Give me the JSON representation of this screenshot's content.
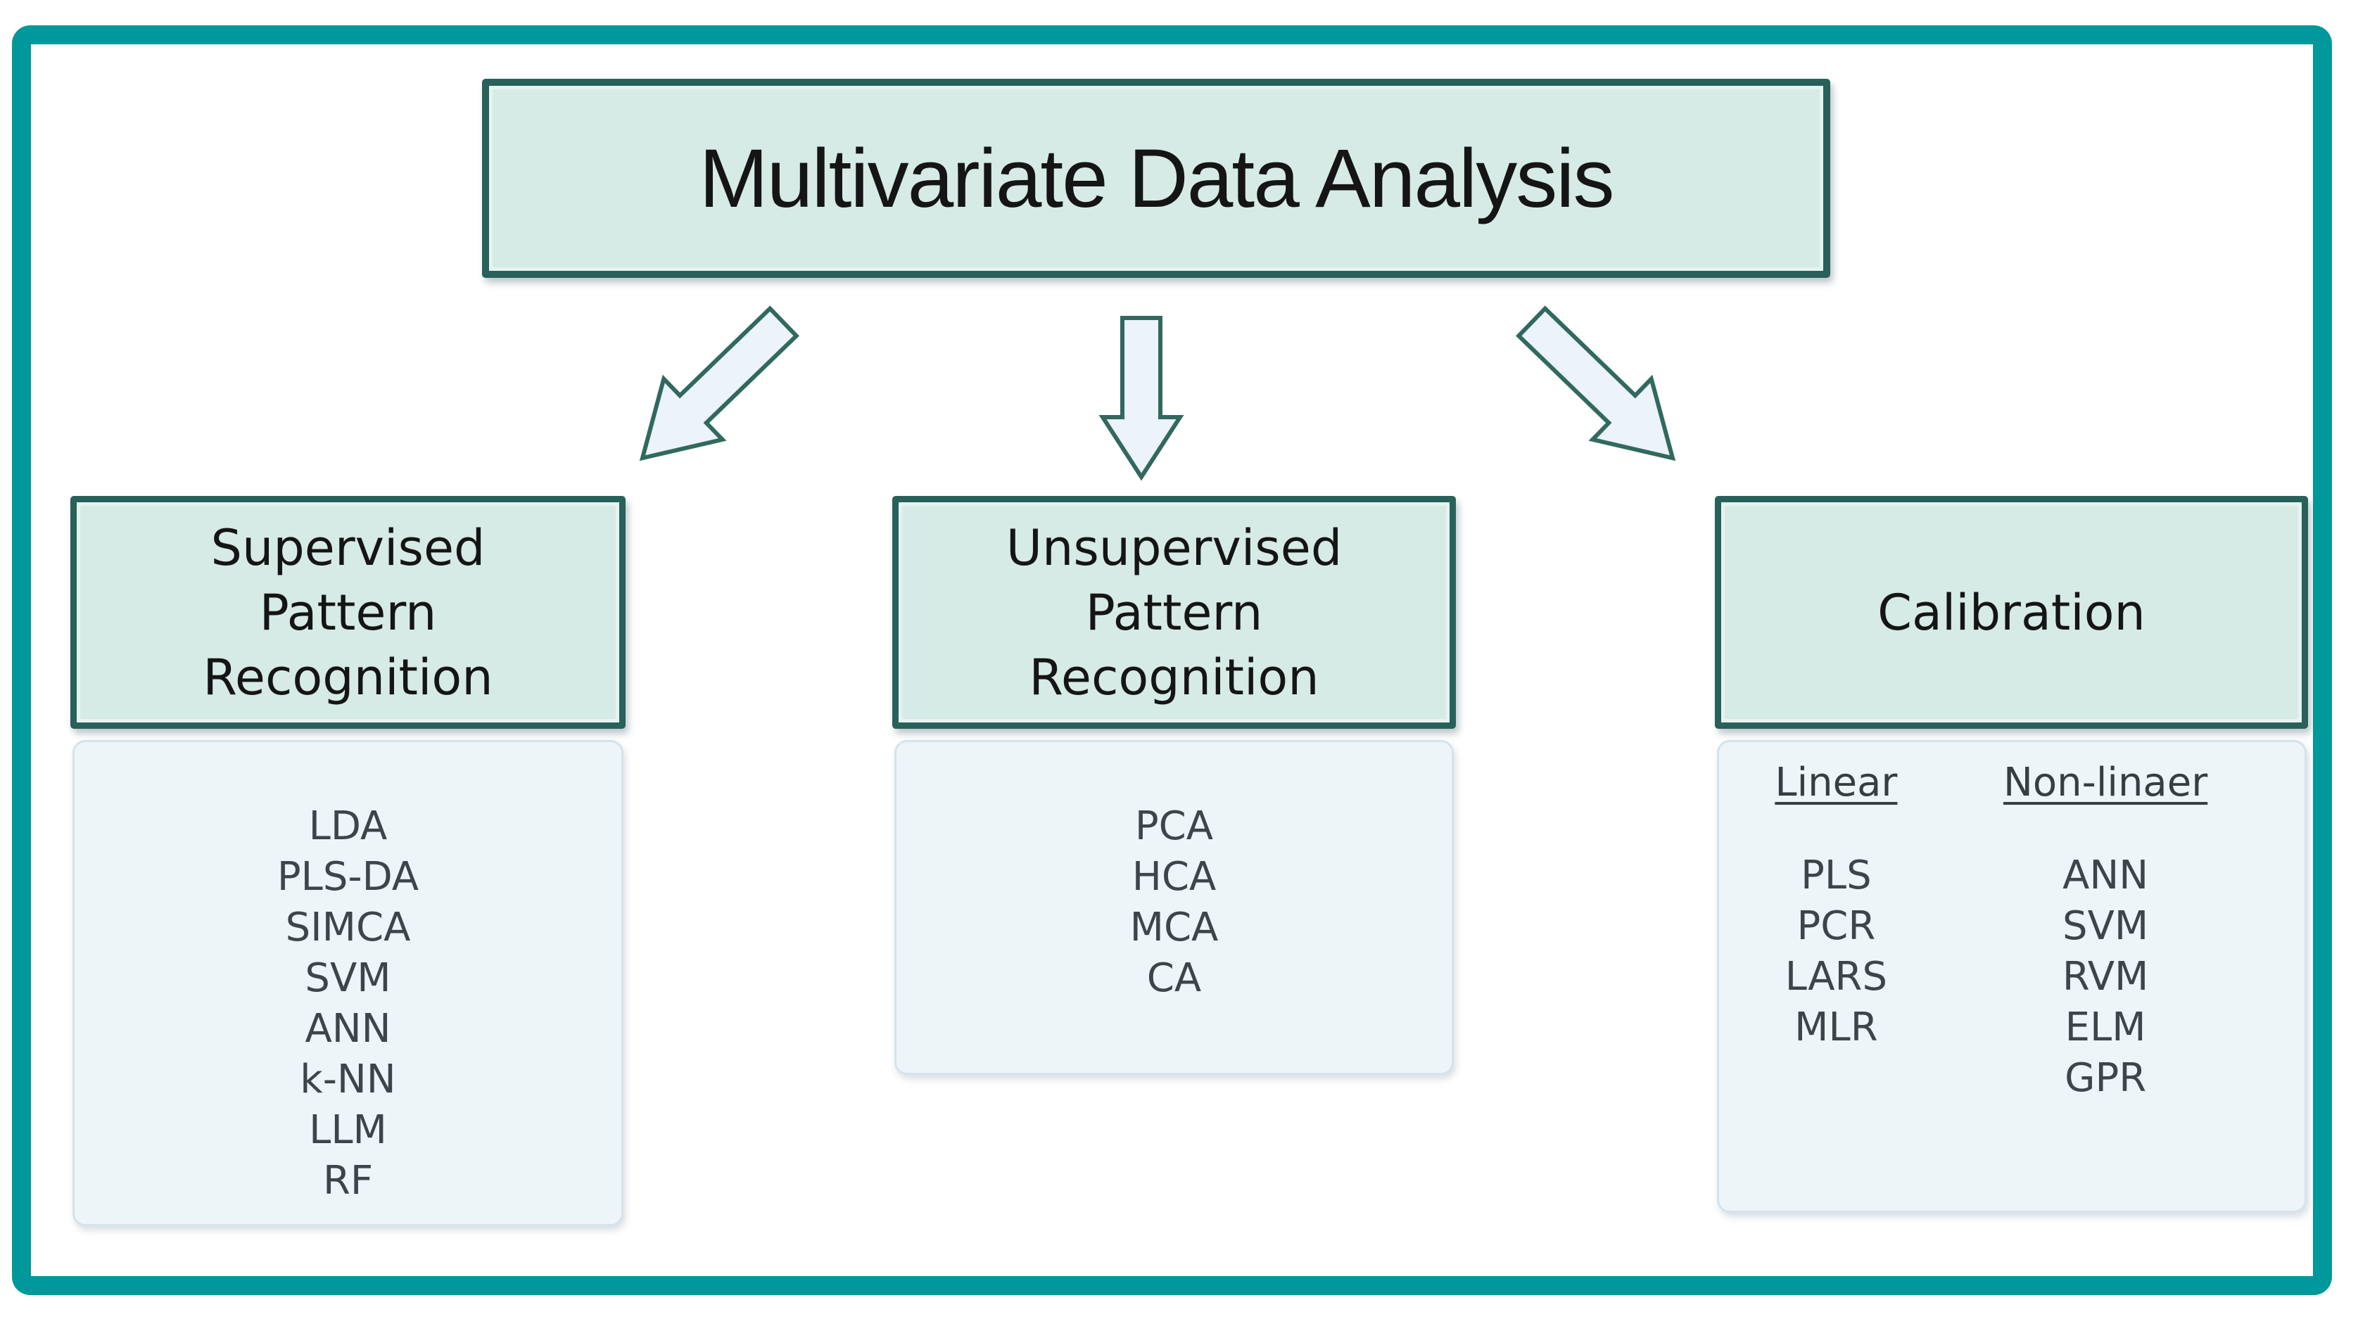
{
  "root": {
    "title": "Multivariate Data Analysis"
  },
  "branches": [
    {
      "id": "supervised-pattern-recognition",
      "title_lines": [
        "Supervised",
        "Pattern",
        "Recognition"
      ],
      "items": [
        "LDA",
        "PLS-DA",
        "SIMCA",
        "SVM",
        "ANN",
        "k-NN",
        "LLM",
        "RF"
      ]
    },
    {
      "id": "unsupervised-pattern-recognition",
      "title_lines": [
        "Unsupervised",
        "Pattern",
        "Recognition"
      ],
      "items": [
        "PCA",
        "HCA",
        "MCA",
        "CA"
      ]
    },
    {
      "id": "calibration",
      "title_lines": [
        "Calibration"
      ],
      "columns": [
        {
          "header": "Linear",
          "items": [
            "PLS",
            "PCR",
            "LARS",
            "MLR"
          ]
        },
        {
          "header": "Non-linaer",
          "items": [
            "ANN",
            "SVM",
            "RVM",
            "ELM",
            "GPR"
          ]
        }
      ]
    }
  ],
  "arrows": [
    {
      "name": "arrow-down-left"
    },
    {
      "name": "arrow-down"
    },
    {
      "name": "arrow-down-right"
    }
  ],
  "colors": {
    "frame": "#00989a",
    "box_border": "#27615a",
    "box_fill": "#d7ebe6",
    "list_fill": "#edf5f9",
    "list_border": "#d6e3ea",
    "arrow_fill": "#ecf3fb",
    "arrow_stroke": "#31695e",
    "title_text": "#151515",
    "list_text": "#3e4449"
  }
}
